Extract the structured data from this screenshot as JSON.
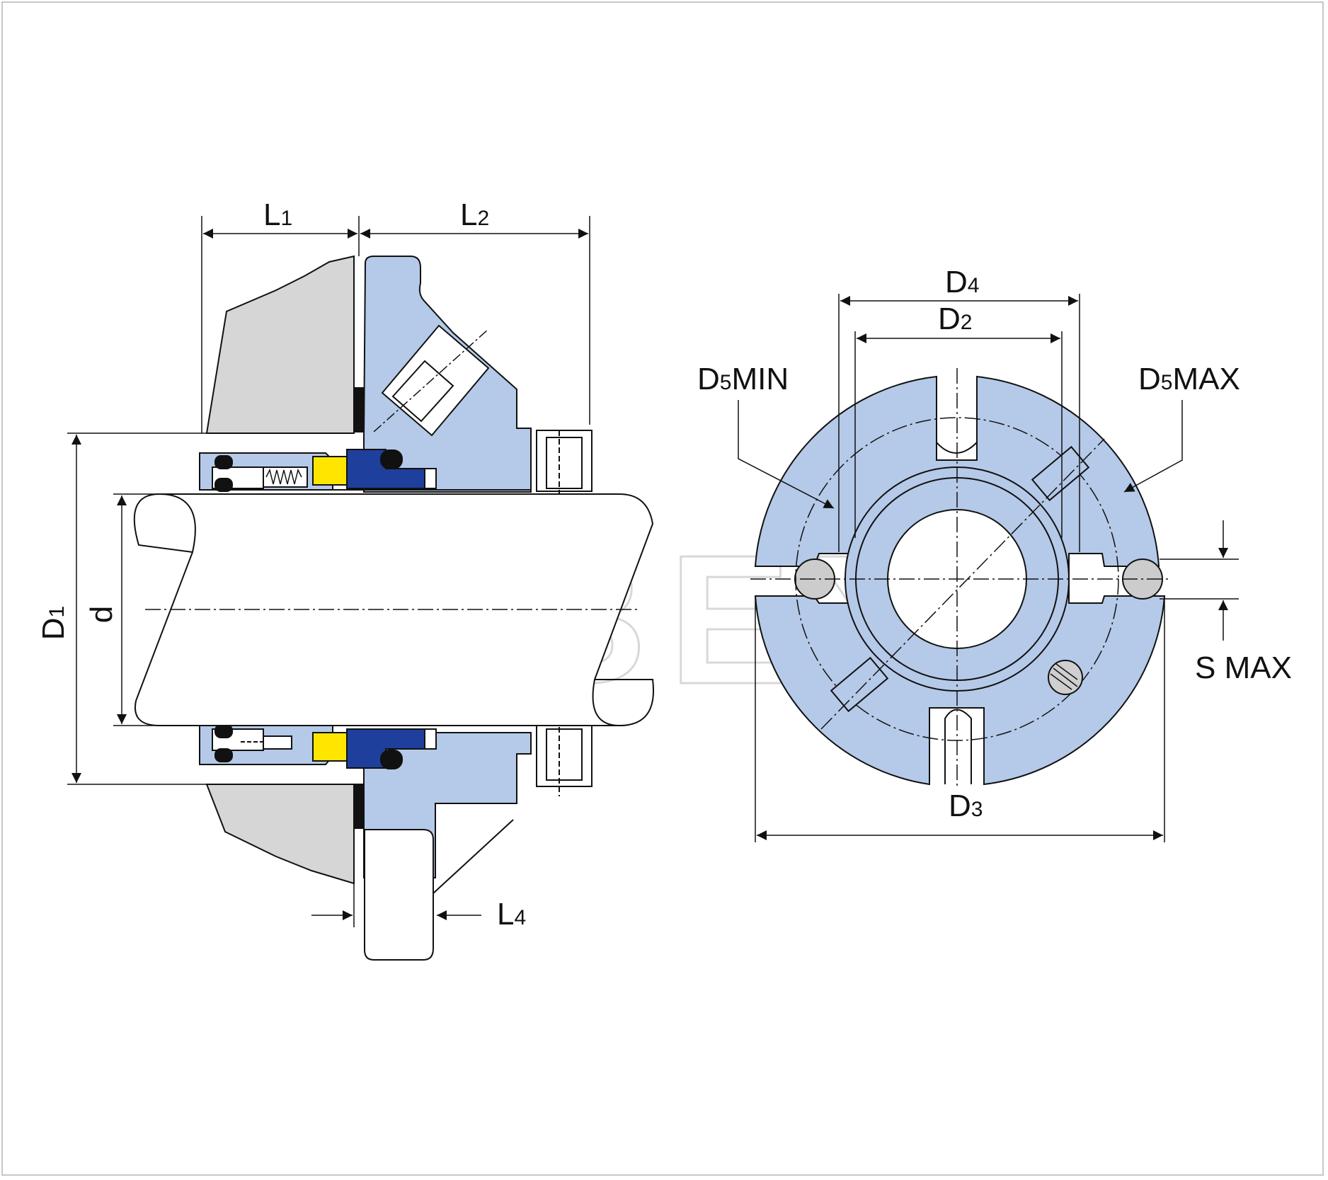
{
  "watermark": "ABEX",
  "colors": {
    "part_blue": "#b5c9e8",
    "housing_gray": "#d6d6d6",
    "seal_yellow": "#ffe600",
    "seal_navy": "#1f3f9c",
    "line": "#111111"
  },
  "labels": {
    "L1": {
      "main": "L",
      "sub": "1"
    },
    "L2": {
      "main": "L",
      "sub": "2"
    },
    "L4": {
      "main": "L",
      "sub": "4"
    },
    "D1": {
      "main": "D",
      "sub": "1"
    },
    "d": "d",
    "D2": {
      "main": "D",
      "sub": "2"
    },
    "D3": {
      "main": "D",
      "sub": "3"
    },
    "D4": {
      "main": "D",
      "sub": "4"
    },
    "D5MIN": {
      "main": "D",
      "sub": "5",
      "suffix": "MIN"
    },
    "D5MAX": {
      "main": "D",
      "sub": "5",
      "suffix": "MAX"
    },
    "SMAX": "S MAX"
  }
}
